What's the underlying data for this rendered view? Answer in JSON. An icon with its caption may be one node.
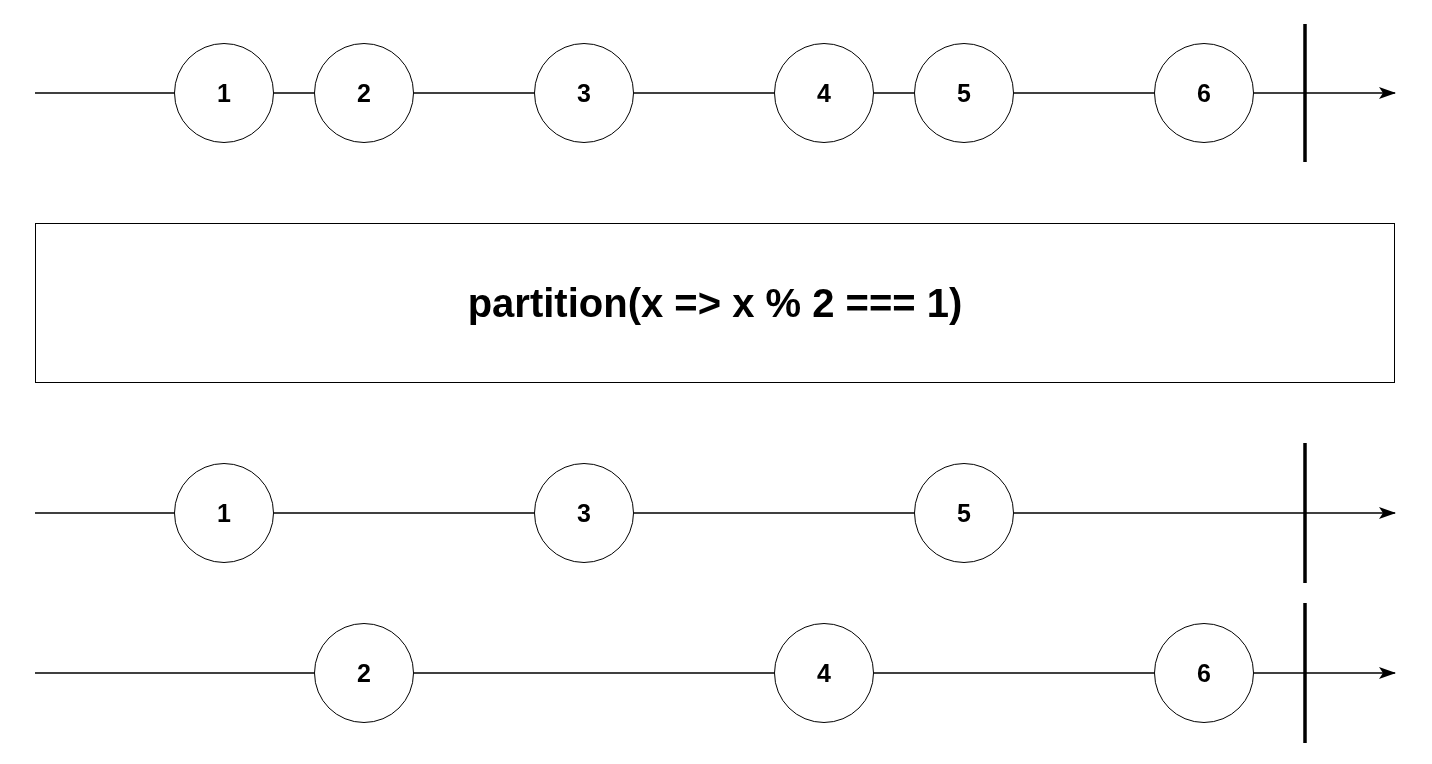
{
  "diagram": {
    "nodes": [
      {
        "text": [
          "1"
        ]
      },
      {
        "text": [
          "2"
        ]
      },
      {
        "text": [
          "3"
        ]
      },
      {
        "text": [
          "4"
        ]
      },
      {
        "text": [
          "5"
        ]
      },
      {
        "text": [
          "6"
        ]
      },
      {
        "text": [
          "partition(x => x % 2 === 1)"
        ]
      },
      {
        "text": [
          "1"
        ]
      },
      {
        "text": [
          "3"
        ]
      },
      {
        "text": [
          "5"
        ]
      },
      {
        "text": [
          "2"
        ]
      },
      {
        "text": [
          "4"
        ]
      },
      {
        "text": [
          "6"
        ]
      }
    ],
    "edges": [
      {
        "from": null,
        "to": 0,
        "arrow": "none"
      },
      {
        "from": 0,
        "to": 1,
        "arrow": "none"
      },
      {
        "from": 1,
        "to": 2,
        "arrow": "none"
      },
      {
        "from": 2,
        "to": 3,
        "arrow": "none"
      },
      {
        "from": 3,
        "to": 4,
        "arrow": "none"
      },
      {
        "from": 4,
        "to": 5,
        "arrow": "none"
      },
      {
        "from": 5,
        "to": null,
        "arrow": "to"
      },
      {
        "from": null,
        "to": 7,
        "arrow": "none"
      },
      {
        "from": 7,
        "to": 8,
        "arrow": "none"
      },
      {
        "from": 8,
        "to": 9,
        "arrow": "none"
      },
      {
        "from": 9,
        "to": null,
        "arrow": "to"
      },
      {
        "from": null,
        "to": 10,
        "arrow": "none"
      },
      {
        "from": 10,
        "to": 11,
        "arrow": "none"
      },
      {
        "from": 11,
        "to": 12,
        "arrow": "none"
      },
      {
        "from": 12,
        "to": null,
        "arrow": "to"
      }
    ]
  }
}
